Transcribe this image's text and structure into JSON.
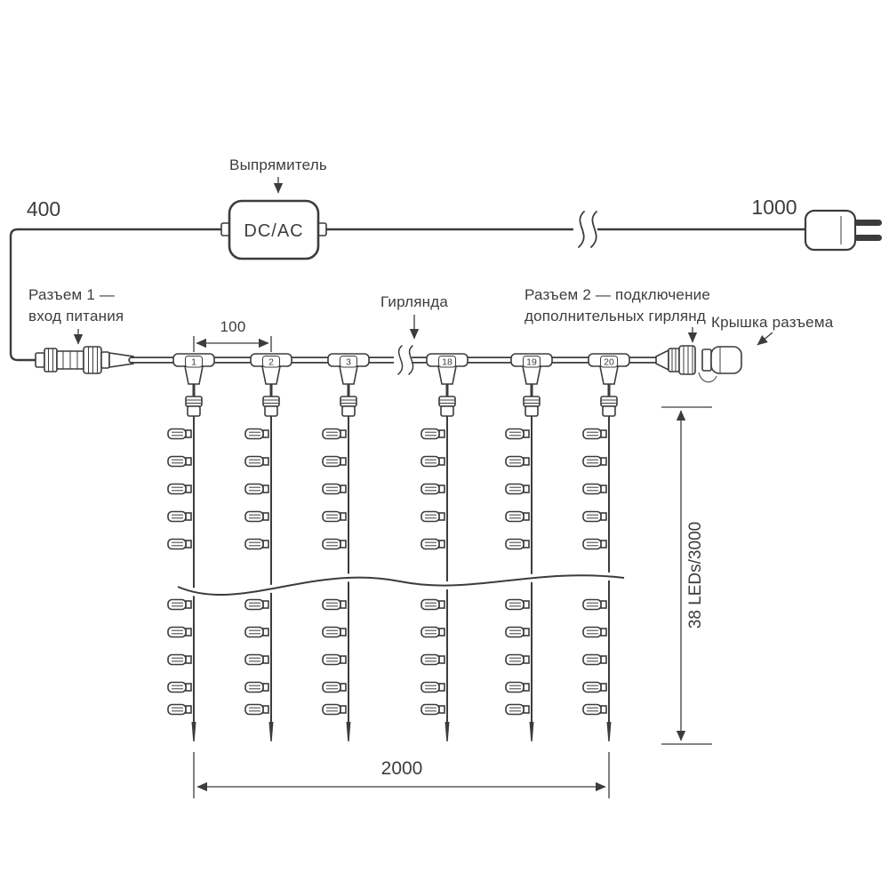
{
  "labels": {
    "rectifier": "Выпрямитель",
    "dc_ac": "DC/AC",
    "connector1_line1": "Разъем 1 —",
    "connector1_line2": "вход питания",
    "garland": "Гирлянда",
    "connector2_line1": "Разъем 2 — подключение",
    "connector2_line2": "дополнительных гирлянд",
    "connector_cap": "Крышка разъема"
  },
  "dimensions": {
    "input_cable_length": "400",
    "plug_cable_length": "1000",
    "drop_spacing": "100",
    "curtain_width": "2000",
    "string_spec": "38 LEDs/3000"
  },
  "drop_numbers": [
    "1",
    "2",
    "3",
    "18",
    "19",
    "20"
  ],
  "colors": {
    "line": "#3c3c3c",
    "text": "#3d3d3d",
    "background": "#ffffff"
  }
}
